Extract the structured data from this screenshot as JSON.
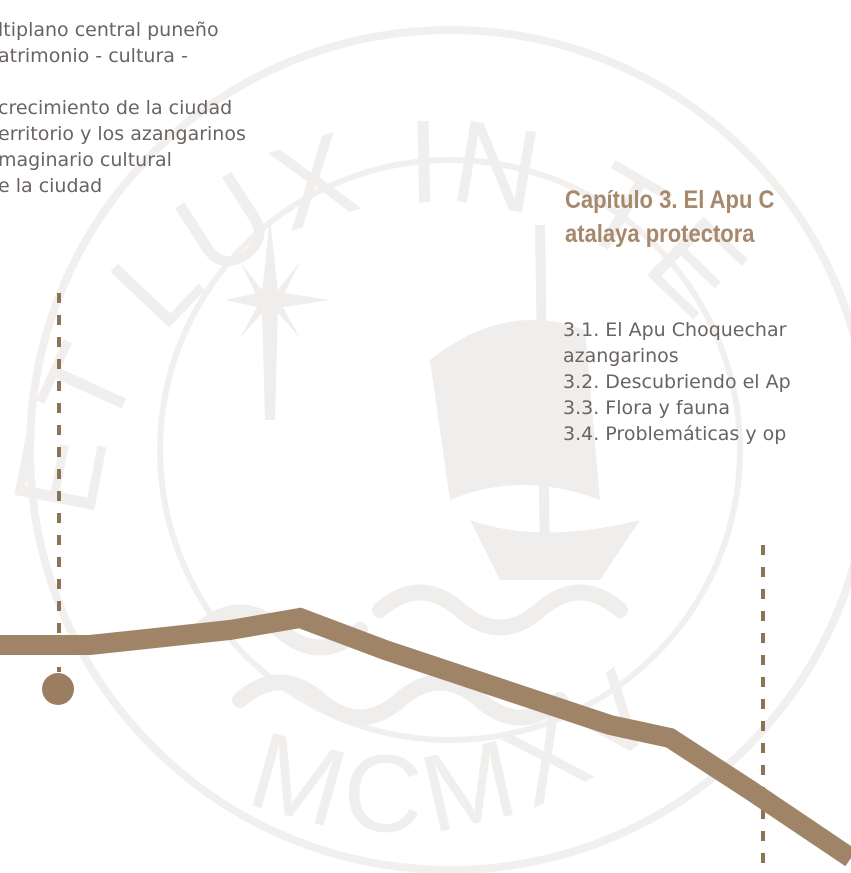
{
  "left_section": {
    "lines": [
      "ltiplano central puneño",
      "atrimonio - cultura -",
      "crecimiento de la ciudad",
      "erritorio y los azangarinos",
      "maginario cultural",
      "e la ciudad"
    ]
  },
  "chapter3": {
    "title_line1": "Capítulo 3. El Apu C",
    "title_line2": "atalaya protectora",
    "items": [
      "3.1. El Apu Choquechar",
      "azangarinos",
      "3.2. Descubriendo el Ap",
      "3.3. Flora y fauna",
      "3.4. Problemáticas y op"
    ]
  },
  "watermark": {
    "motto": "ET LUX IN TENEBRIS LUCET",
    "year": "MCMXVII"
  },
  "colors": {
    "accent": "#a6896c",
    "line": "#a08468",
    "dot": "#9b7e62",
    "text": "#6a6461",
    "watermark": "#f2f0ef"
  },
  "icons": [
    "timeline-marker-dot-icon",
    "star-icon",
    "ship-icon"
  ]
}
